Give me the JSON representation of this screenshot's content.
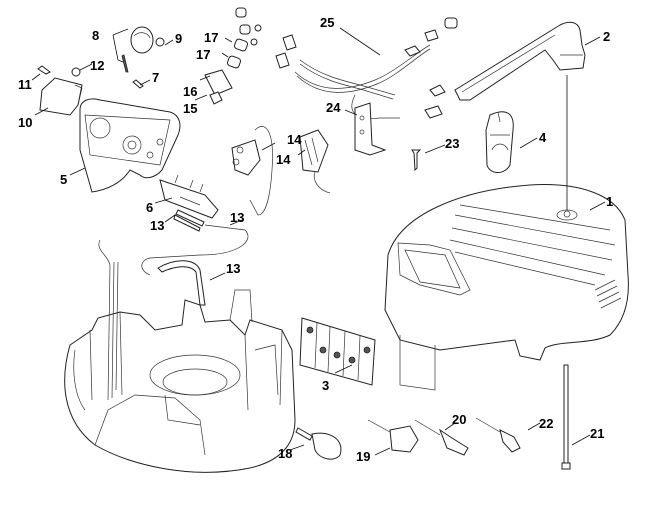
{
  "diagram": {
    "type": "exploded-parts-diagram",
    "background": "#ffffff",
    "line_color": "#222222",
    "callouts": [
      {
        "id": "1",
        "label": "1",
        "part": "top-cover"
      },
      {
        "id": "2",
        "label": "2",
        "part": "handle"
      },
      {
        "id": "3",
        "label": "3",
        "part": "label-sticker"
      },
      {
        "id": "4",
        "label": "4",
        "part": "clip-holder"
      },
      {
        "id": "5",
        "label": "5",
        "part": "control-panel"
      },
      {
        "id": "6",
        "label": "6",
        "part": "pressure-switch"
      },
      {
        "id": "7",
        "label": "7",
        "part": "screw"
      },
      {
        "id": "8",
        "label": "8",
        "part": "knob-and-screw"
      },
      {
        "id": "9",
        "label": "9",
        "part": "o-ring"
      },
      {
        "id": "10",
        "label": "10",
        "part": "cover-plate"
      },
      {
        "id": "11",
        "label": "11",
        "part": "screw"
      },
      {
        "id": "12",
        "label": "12",
        "part": "washer"
      },
      {
        "id": "13a",
        "label": "13",
        "part": "tube"
      },
      {
        "id": "13b",
        "label": "13",
        "part": "tube"
      },
      {
        "id": "13c",
        "label": "13",
        "part": "tube"
      },
      {
        "id": "14a",
        "label": "14",
        "part": "valve"
      },
      {
        "id": "14b",
        "label": "14",
        "part": "thermostat"
      },
      {
        "id": "15",
        "label": "15",
        "part": "nipple"
      },
      {
        "id": "16",
        "label": "16",
        "part": "quick-coupler"
      },
      {
        "id": "17a",
        "label": "17",
        "part": "fitting"
      },
      {
        "id": "17b",
        "label": "17",
        "part": "fitting"
      },
      {
        "id": "18",
        "label": "18",
        "part": "eu-plug-cord"
      },
      {
        "id": "19",
        "label": "19",
        "part": "uk-plug-cord"
      },
      {
        "id": "20",
        "label": "20",
        "part": "us-plug-cord"
      },
      {
        "id": "21",
        "label": "21",
        "part": "long-bolt"
      },
      {
        "id": "22",
        "label": "22",
        "part": "au-plug-cord"
      },
      {
        "id": "23",
        "label": "23",
        "part": "self-tapping-screw"
      },
      {
        "id": "24",
        "label": "24",
        "part": "bracket"
      },
      {
        "id": "25",
        "label": "25",
        "part": "hose-set"
      }
    ]
  }
}
